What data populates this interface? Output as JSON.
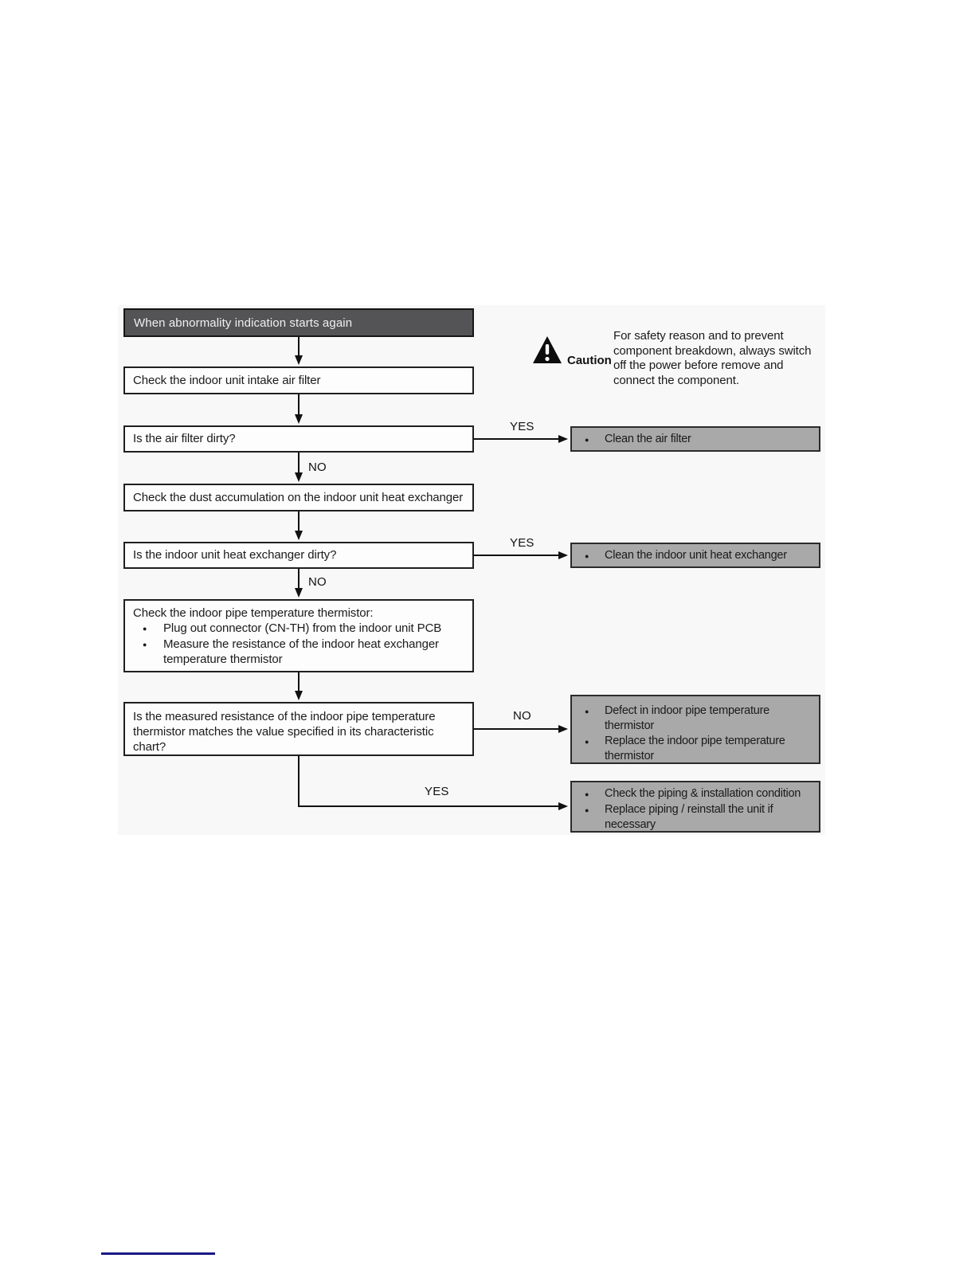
{
  "glyphs": {
    "bullet": "●"
  },
  "labels": {
    "yes": "YES",
    "no": "NO"
  },
  "caution": {
    "icon": "warning-triangle-icon",
    "label": "Caution",
    "text": "For safety reason and to prevent component breakdown, always switch off the power before remove and connect the component."
  },
  "colors": {
    "canvas_bg": "#f8f8f8",
    "dark_box_bg": "#545456",
    "gray_box_bg": "#a9a9a9",
    "line": "#111111",
    "footer_rule": "#191985"
  },
  "flow": {
    "start": "When abnormality indication starts again",
    "check_filter": "Check the indoor unit intake air filter",
    "filter_dirty": "Is the air filter dirty?",
    "clean_filter": "Clean the air filter",
    "check_dust": "Check the dust accumulation on the indoor unit heat exchanger",
    "hx_dirty": "Is the indoor unit heat exchanger dirty?",
    "clean_hx": "Clean the indoor unit heat exchanger",
    "check_thermistor_title": "Check the indoor pipe temperature thermistor:",
    "check_thermistor_b1": "Plug out connector (CN-TH) from the indoor unit PCB",
    "check_thermistor_b2": "Measure the resistance of the indoor heat exchanger temperature thermistor",
    "resistance_match": "Is the measured resistance of the indoor pipe temperature thermistor matches the value specified in its characteristic chart?",
    "defect_b1": "Defect in indoor pipe temperature thermistor",
    "defect_b2": "Replace the indoor pipe temperature thermistor",
    "piping_b1": "Check the piping & installation condition",
    "piping_b2": "Replace piping / reinstall the unit if necessary"
  }
}
